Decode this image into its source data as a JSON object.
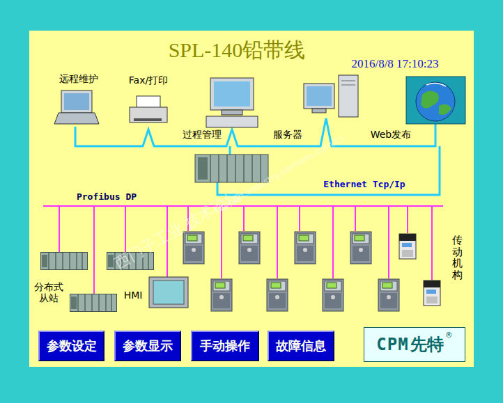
{
  "diagram": {
    "title": "SPL-140铅带线",
    "nodes": [
      {
        "text": [
          "远程维护"
        ]
      },
      {
        "text": [
          "Fax/打印"
        ]
      },
      {
        "text": [
          "过程管理"
        ]
      },
      {
        "text": [
          "服务器"
        ]
      },
      {
        "text": [
          "Web发布"
        ]
      },
      {
        "text": [
          "HMI"
        ]
      },
      {
        "text": [
          "参数设定"
        ]
      },
      {
        "text": [
          "参数显示"
        ]
      },
      {
        "text": [
          "手动操作"
        ]
      },
      {
        "text": [
          "故障信息"
        ]
      },
      {
        "text": [
          "CPM",
          "先特",
          "®"
        ]
      }
    ],
    "labels": [
      "2016/8/8 17:10:23",
      "Profibus DP",
      "Ethernet Tcp/Ip",
      "分布式 从站",
      "传动机构",
      "西门子工业 技术论坛",
      "support.industry.siemens.com/cs"
    ]
  }
}
